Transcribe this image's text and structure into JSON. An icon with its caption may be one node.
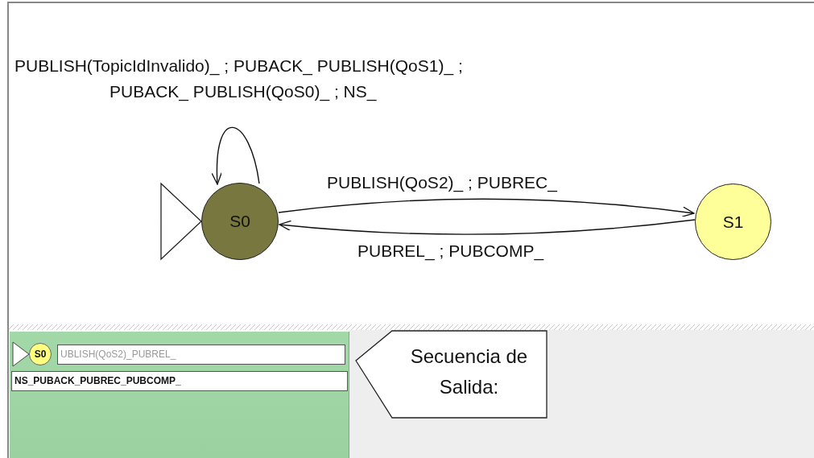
{
  "diagram": {
    "nodes": [
      {
        "text": [
          "S0"
        ]
      },
      {
        "text": [
          "S1"
        ]
      },
      {
        "text": [
          "S0"
        ]
      },
      {
        "text": [
          "UBLISH(QoS2)_PUBREL_"
        ]
      },
      {
        "text": [
          "NS_PUBACK_PUBREC_PUBCOMP_"
        ]
      },
      {
        "text": [
          "Secuencia de Salida:"
        ]
      }
    ],
    "edges": [
      {
        "from": 0,
        "to": 0,
        "arrow": "to",
        "label": "PUBLISH(TopicIdInvalido)_ ; PUBACK_ PUBLISH(QoS1)_ ; PUBACK_ PUBLISH(QoS0)_ ; NS_"
      },
      {
        "from": 0,
        "to": 1,
        "arrow": "to",
        "label": "PUBLISH(QoS2)_ ; PUBREC_"
      },
      {
        "from": 1,
        "to": 0,
        "arrow": "to",
        "label": "PUBREL_ ; PUBCOMP_"
      }
    ]
  }
}
